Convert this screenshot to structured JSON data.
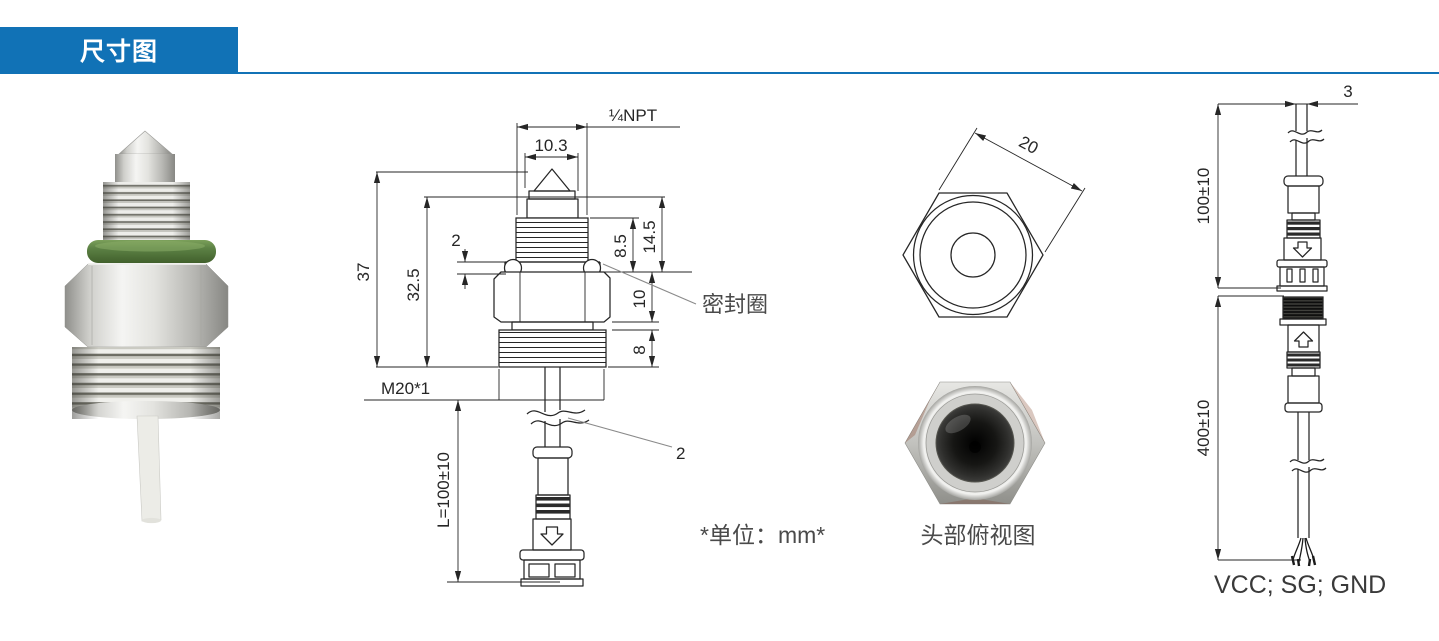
{
  "header": {
    "title": "尺寸图"
  },
  "colors": {
    "accent": "#1172b6",
    "line": "#262626",
    "label_gray": "#4a4a4a",
    "oring_green": "#5d8245"
  },
  "front_view": {
    "labels": {
      "thread_top": "¼NPT",
      "tip_width": "10.3",
      "overall_height": "37",
      "height_to_seal": "32.5",
      "seal_cross_section": "2",
      "thread_engagement": "8.5",
      "head_height": "14.5",
      "hex_height": "10",
      "lower_thread_height": "8",
      "lower_thread_spec": "M20*1",
      "cable_length": "L=100±10",
      "cable_ref": "2",
      "seal_ring": "密封圈"
    },
    "unit_note": "*单位：mm*"
  },
  "top_view": {
    "across_flats": "20",
    "caption": "头部俯视图"
  },
  "cable_view": {
    "wire_diameter": "3",
    "connector_segment_length": "100±10",
    "cable_segment_length": "400±10",
    "wire_labels": "VCC; SG; GND"
  }
}
